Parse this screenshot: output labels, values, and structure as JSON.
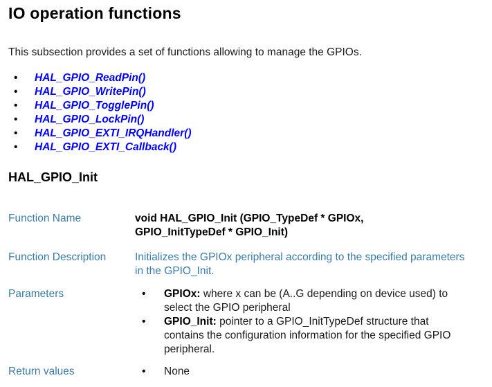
{
  "page": {
    "bullet_glyph": "•",
    "section_title": "IO operation functions",
    "intro": "This subsection provides a set of functions allowing to manage the GPIOs.",
    "function_links": [
      {
        "label": "HAL_GPIO_ReadPin()"
      },
      {
        "label": "HAL_GPIO_WritePin()"
      },
      {
        "label": "HAL_GPIO_TogglePin()"
      },
      {
        "label": "HAL_GPIO_LockPin()"
      },
      {
        "label": "HAL_GPIO_EXTI_IRQHandler()"
      },
      {
        "label": "HAL_GPIO_EXTI_Callback()"
      }
    ],
    "function_heading": "HAL_GPIO_Init",
    "table": {
      "function_name": {
        "label": "Function Name",
        "value": "void HAL_GPIO_Init (GPIO_TypeDef * GPIOx,\nGPIO_InitTypeDef * GPIO_Init)"
      },
      "function_description": {
        "label": "Function Description",
        "value": "Initializes the GPIOx peripheral according to the specified parameters in the GPIO_Init."
      },
      "parameters": {
        "label": "Parameters",
        "items": [
          {
            "name": "GPIOx:",
            "text": "where x can be (A..G depending on device used) to select the GPIO peripheral"
          },
          {
            "name": "GPIO_Init:",
            "text": "pointer to a GPIO_InitTypeDef structure that contains the configuration information for the specified GPIO peripheral."
          }
        ]
      },
      "return_values": {
        "label": "Return values",
        "items": [
          {
            "text": "None"
          }
        ]
      }
    },
    "colors": {
      "link_blue": "#0000FF",
      "label_blue": "#3A7CA5",
      "text_black": "#1B1B1B",
      "background": "#FFFFFF"
    }
  }
}
